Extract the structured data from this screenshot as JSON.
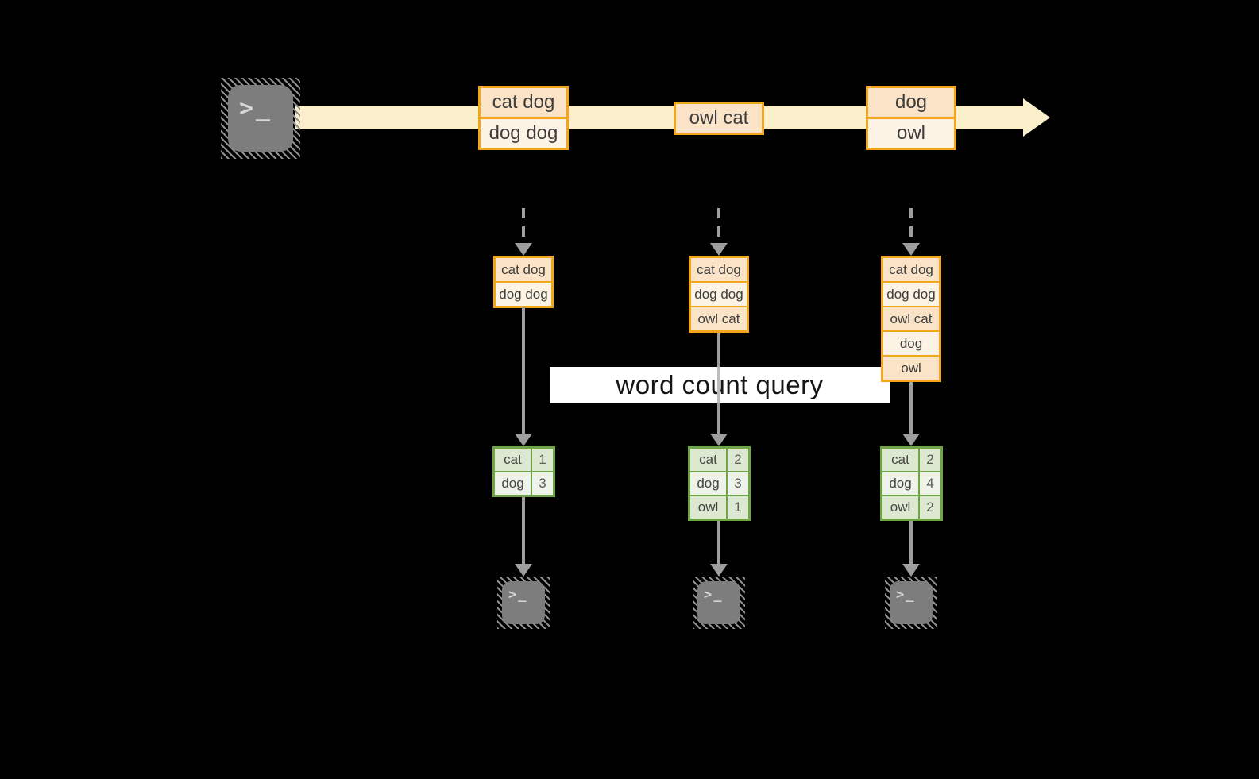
{
  "banner": {
    "label": "word count query"
  },
  "icons": {
    "terminal_prompt": ">_"
  },
  "stream": {
    "batches": [
      {
        "lines": [
          "cat dog",
          "dog dog"
        ]
      },
      {
        "lines": [
          "owl cat"
        ]
      },
      {
        "lines": [
          "dog",
          "owl"
        ]
      }
    ]
  },
  "columns": [
    {
      "state": [
        "cat dog",
        "dog dog"
      ],
      "counts": [
        [
          "cat",
          "1"
        ],
        [
          "dog",
          "3"
        ]
      ]
    },
    {
      "state": [
        "cat dog",
        "dog dog",
        "owl cat"
      ],
      "counts": [
        [
          "cat",
          "2"
        ],
        [
          "dog",
          "3"
        ],
        [
          "owl",
          "1"
        ]
      ]
    },
    {
      "state": [
        "cat dog",
        "dog dog",
        "owl cat",
        "dog",
        "owl"
      ],
      "counts": [
        [
          "cat",
          "2"
        ],
        [
          "dog",
          "4"
        ],
        [
          "owl",
          "2"
        ]
      ]
    }
  ],
  "colors": {
    "background": "#000000",
    "stream_band": "#FCF0CC",
    "orange_border": "#F2A71B",
    "cell_peach": "#FBE3C7",
    "cell_cream": "#FDF3E4",
    "green_border": "#6FA544",
    "green_row_dark": "#DCE8D0",
    "green_row_light": "#EEF3EA",
    "arrow_gray": "#9E9E9E",
    "terminal_gray": "#7D7D7D",
    "banner_bg": "#FFFFFF",
    "text_dark": "#3D3D3D"
  }
}
